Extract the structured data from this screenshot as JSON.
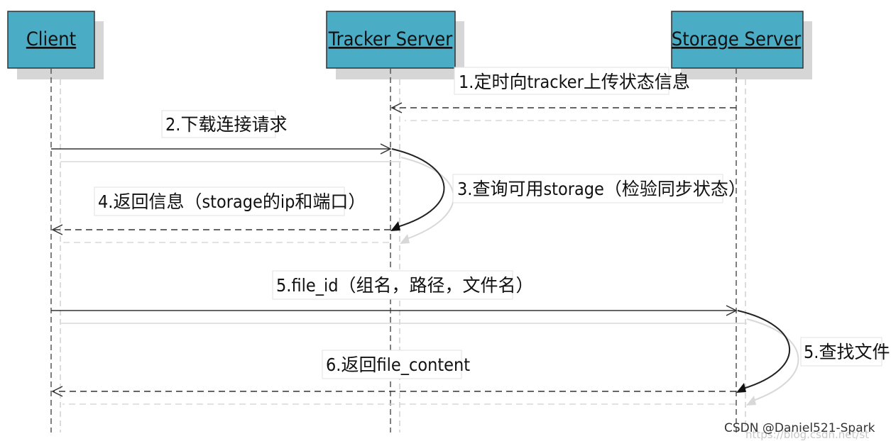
{
  "actors": [
    {
      "id": "client",
      "label": "Client"
    },
    {
      "id": "tracker",
      "label": "Tracker Server"
    },
    {
      "id": "storage",
      "label": "Storage Server"
    }
  ],
  "messages": {
    "m1": "1.定时向tracker上传状态信息",
    "m2": "2.下载连接请求",
    "m3": "3.查询可用storage（检验同步状态）",
    "m4": "4.返回信息（storage的ip和端口）",
    "m5": "5.file_id（组名，路径，文件名）",
    "m5b": "5.查找文件",
    "m6": "6.返回file_content"
  },
  "watermark": {
    "main": "CSDN @Daniel521-Spark",
    "url": "https://blog.csdn.net/st"
  },
  "colors": {
    "actor_fill": "#4bacc6",
    "line": "#333333"
  }
}
